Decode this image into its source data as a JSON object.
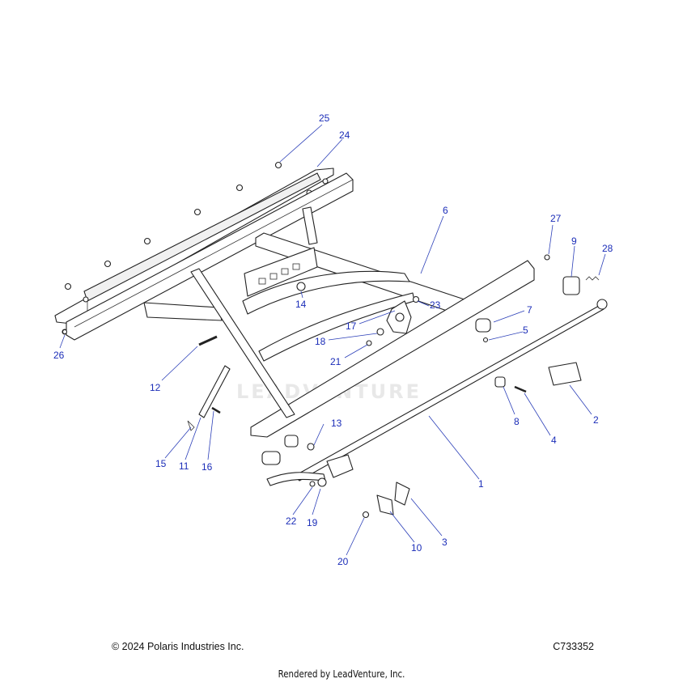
{
  "diagram": {
    "watermark": "LEADVENTURE",
    "callouts": [
      {
        "id": "1",
        "label": "1"
      },
      {
        "id": "2",
        "label": "2"
      },
      {
        "id": "3",
        "label": "3"
      },
      {
        "id": "4",
        "label": "4"
      },
      {
        "id": "5",
        "label": "5"
      },
      {
        "id": "6",
        "label": "6"
      },
      {
        "id": "7",
        "label": "7"
      },
      {
        "id": "8",
        "label": "8"
      },
      {
        "id": "9",
        "label": "9"
      },
      {
        "id": "10",
        "label": "10"
      },
      {
        "id": "11",
        "label": "11"
      },
      {
        "id": "12",
        "label": "12"
      },
      {
        "id": "13",
        "label": "13"
      },
      {
        "id": "14",
        "label": "14"
      },
      {
        "id": "15",
        "label": "15"
      },
      {
        "id": "16",
        "label": "16"
      },
      {
        "id": "17",
        "label": "17"
      },
      {
        "id": "18",
        "label": "18"
      },
      {
        "id": "19",
        "label": "19"
      },
      {
        "id": "20",
        "label": "20"
      },
      {
        "id": "21",
        "label": "21"
      },
      {
        "id": "22",
        "label": "22"
      },
      {
        "id": "23",
        "label": "23"
      },
      {
        "id": "24",
        "label": "24"
      },
      {
        "id": "25",
        "label": "25"
      },
      {
        "id": "26",
        "label": "26"
      },
      {
        "id": "27",
        "label": "27"
      },
      {
        "id": "28",
        "label": "28"
      }
    ]
  },
  "footer": {
    "copyright": "© 2024 Polaris Industries Inc.",
    "diagram_code": "C733352",
    "rendered_by": "Rendered by LeadVenture, Inc."
  }
}
